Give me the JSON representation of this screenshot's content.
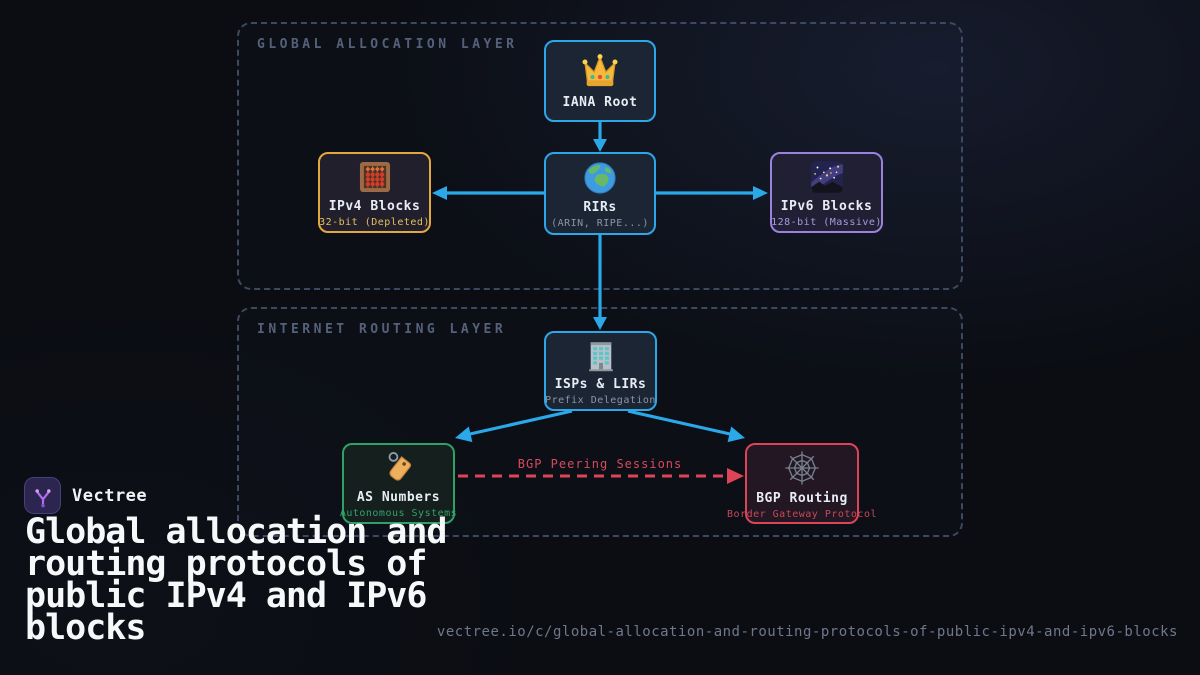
{
  "brand": {
    "name": "Vectree",
    "logo_icon": "vectree-branch-icon"
  },
  "title_lines": [
    "Global allocation and",
    "routing protocols of",
    "public IPv4 and IPv6",
    "blocks"
  ],
  "footer_url": "vectree.io/c/global-allocation-and-routing-protocols-of-public-ipv4-and-ipv6-blocks",
  "layers": [
    {
      "label": "GLOBAL ALLOCATION LAYER"
    },
    {
      "label": "INTERNET ROUTING LAYER"
    }
  ],
  "nodes": {
    "iana": {
      "title": "IANA Root",
      "icon": "crown-icon"
    },
    "rirs": {
      "title": "RIRs",
      "subtitle": "(ARIN, RIPE...)",
      "icon": "globe-icon"
    },
    "ipv4": {
      "title": "IPv4 Blocks",
      "subtitle": "32-bit (Depleted)",
      "icon": "abacus-icon"
    },
    "ipv6": {
      "title": "IPv6 Blocks",
      "subtitle": "128-bit (Massive)",
      "icon": "milky-way-icon"
    },
    "isps": {
      "title": "ISPs & LIRs",
      "subtitle": "Prefix Delegation",
      "icon": "office-building-icon"
    },
    "asn": {
      "title": "AS Numbers",
      "subtitle": "Autonomous Systems",
      "icon": "tag-icon"
    },
    "bgp": {
      "title": "BGP Routing",
      "subtitle": "Border Gateway Protocol",
      "icon": "spider-web-icon"
    }
  },
  "edges": {
    "bgp_peering_label": "BGP Peering Sessions"
  },
  "colors": {
    "arrow_blue": "#2aa8e8",
    "edge_red": "#dd4458",
    "border_yellow": "#e2a83d",
    "border_purple": "#9a82dd",
    "border_green": "#2fa066",
    "layer_dash": "#3d4960",
    "background": "#0b0d13"
  }
}
